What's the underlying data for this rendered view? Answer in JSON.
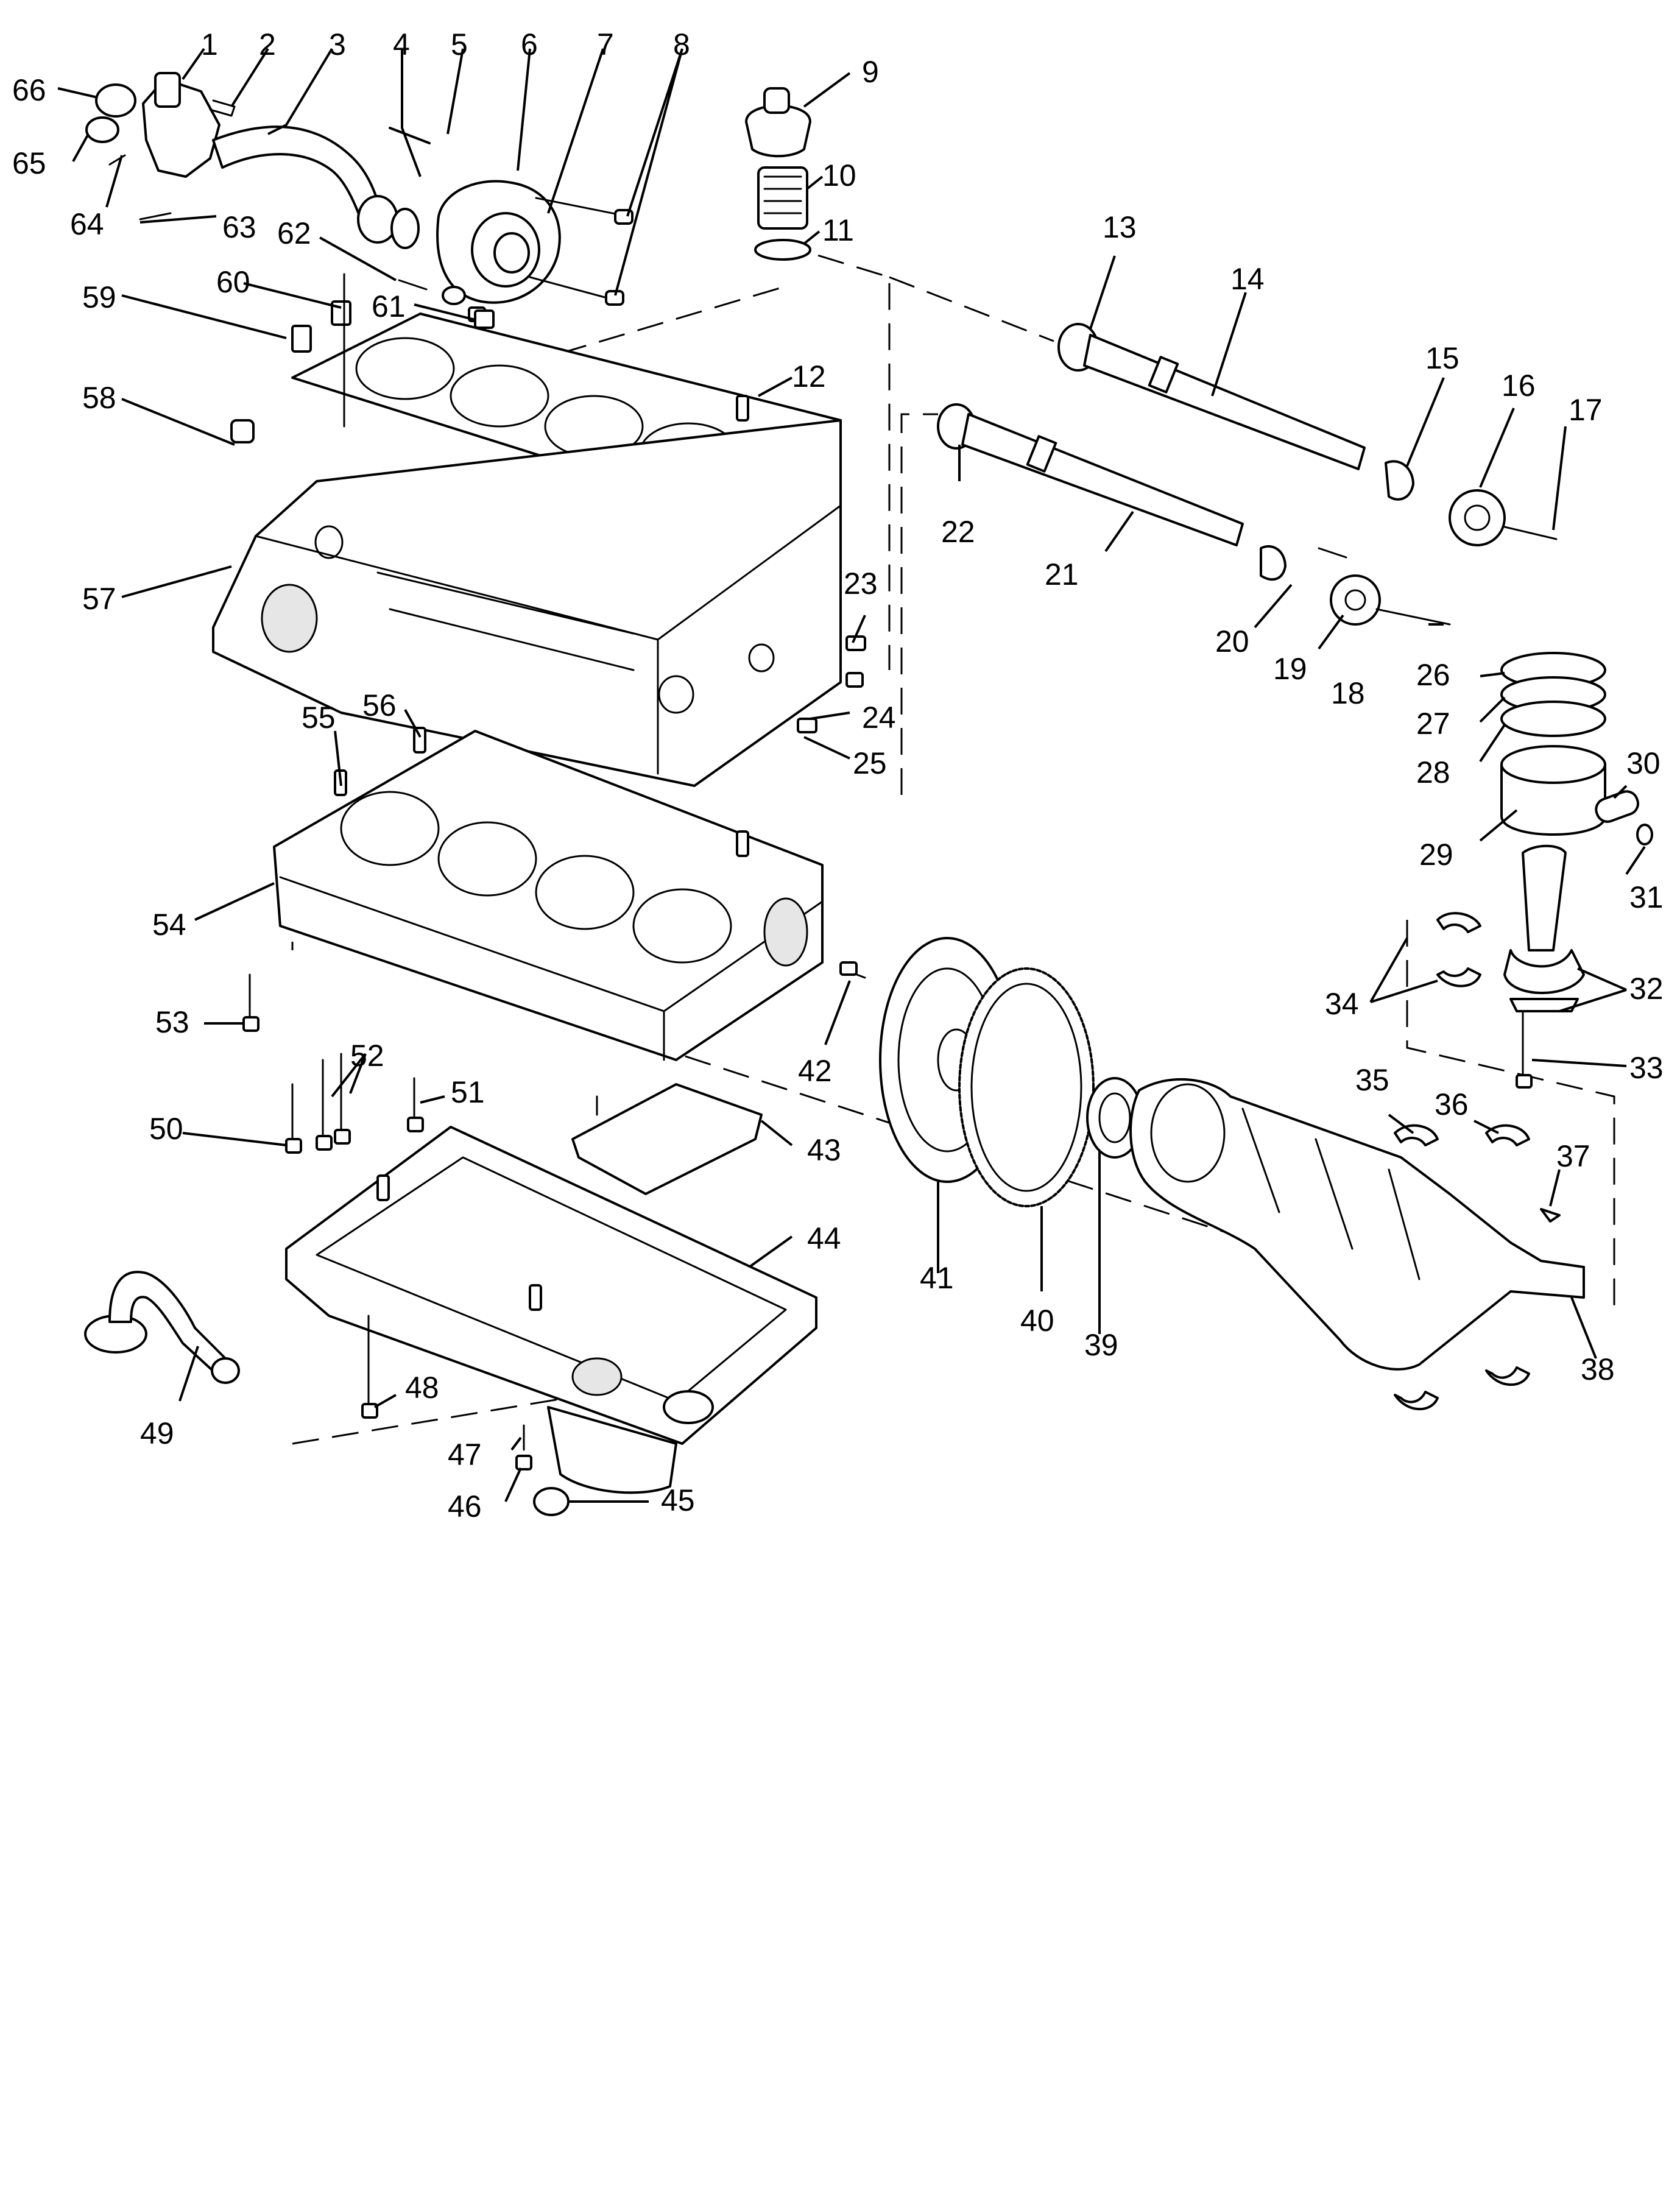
{
  "diagram": {
    "callouts": [
      "1",
      "2",
      "3",
      "4",
      "5",
      "6",
      "7",
      "8",
      "9",
      "10",
      "11",
      "12",
      "13",
      "14",
      "15",
      "16",
      "17",
      "18",
      "19",
      "20",
      "21",
      "22",
      "23",
      "24",
      "25",
      "26",
      "27",
      "28",
      "29",
      "30",
      "31",
      "32",
      "33",
      "34",
      "35",
      "36",
      "37",
      "38",
      "39",
      "40",
      "41",
      "42",
      "43",
      "44",
      "45",
      "46",
      "47",
      "48",
      "49",
      "50",
      "51",
      "52",
      "53",
      "54",
      "55",
      "56",
      "57",
      "58",
      "59",
      "60",
      "61",
      "62",
      "63",
      "64",
      "65",
      "66"
    ]
  }
}
